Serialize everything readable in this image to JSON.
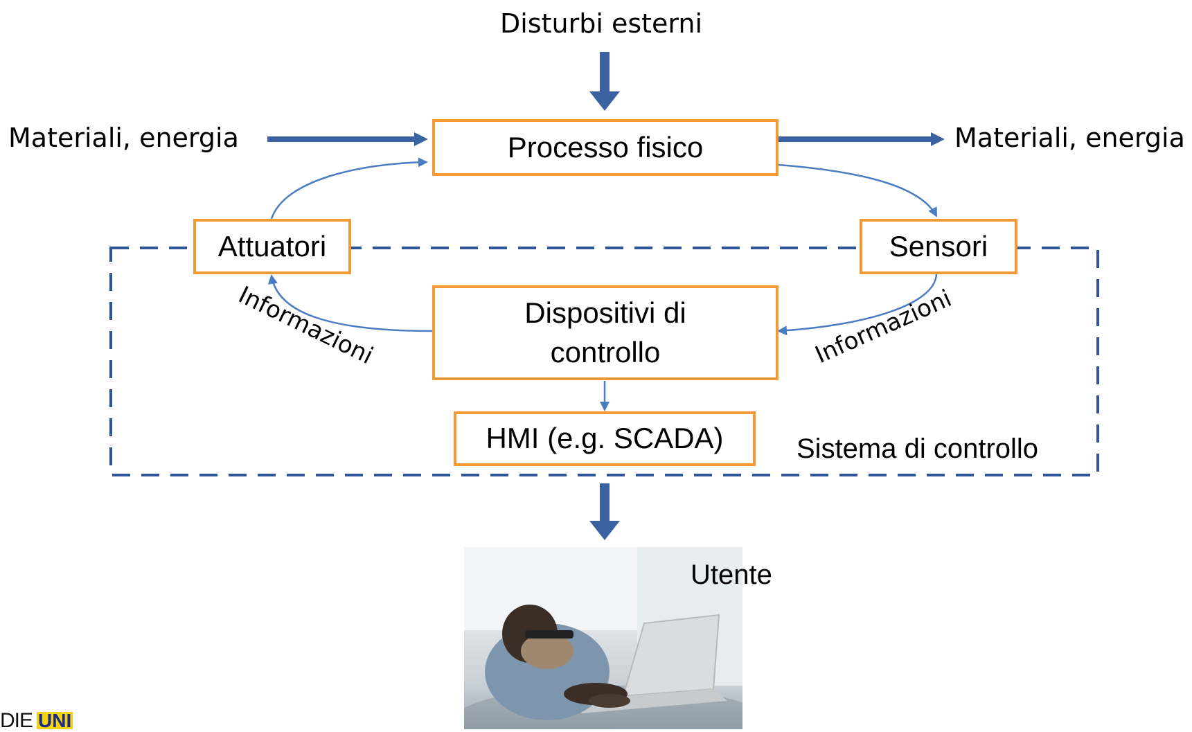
{
  "labels": {
    "disturbances": "Disturbi esterni",
    "input_materials": "Materiali, energia",
    "output_materials": "Materiali, energia",
    "info_left": "Informazioni",
    "info_right": "Informazioni",
    "control_system": "Sistema di controllo",
    "user": "Utente"
  },
  "boxes": {
    "physical_process": "Processo fisico",
    "actuators": "Attuatori",
    "sensors": "Sensori",
    "control_devices_line1": "Dispositivi di",
    "control_devices_line2": "controllo",
    "hmi": "HMI (e.g. SCADA)"
  },
  "logo": {
    "left": "DIE",
    "right": "UNI"
  },
  "colors": {
    "box_border": "#F39A35",
    "arrow_dark": "#3B62A0",
    "arrow_light": "#4A7CC4",
    "dashed_border": "#2F5597"
  }
}
